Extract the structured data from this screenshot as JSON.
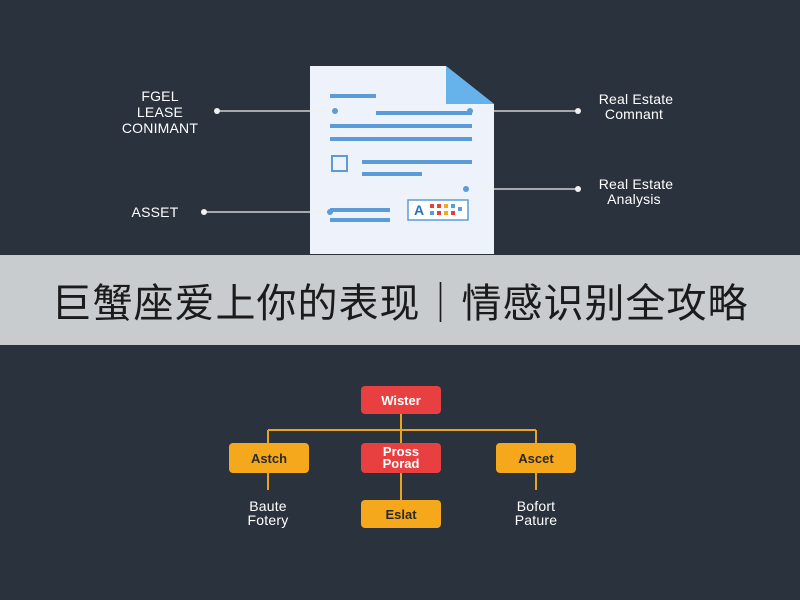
{
  "banner": {
    "title": "巨蟹座爱上你的表现｜情感识别全攻略"
  },
  "document_diagram": {
    "left_labels": [
      {
        "line1": "FGEL",
        "line2": "LEASE",
        "line3": "CONIMANT"
      },
      {
        "line1": "ASSET"
      }
    ],
    "right_labels": [
      {
        "line1": "Real Estate",
        "line2": "Comnant"
      },
      {
        "line1": "Real Estate",
        "line2": "Analysis"
      }
    ],
    "badge_letter": "A"
  },
  "tree_diagram": {
    "root": "Wister",
    "children": [
      {
        "label": "Astch",
        "caption_line1": "Baute",
        "caption_line2": "Fotery"
      },
      {
        "label_line1": "Pross",
        "label_line2": "Porad"
      },
      {
        "label": "Ascet",
        "caption_line1": "Bofort",
        "caption_line2": "Pature"
      }
    ],
    "grandchild": "Eslat"
  },
  "colors": {
    "background": "#2a323d",
    "document": "#eef3fb",
    "document_lines": "#5b9bd8",
    "document_corner": "#66b3ec",
    "connector": "#f0f0f0",
    "banner": "#c9ccce",
    "node_red": "#e84040",
    "node_yellow": "#f5a81c",
    "tree_line": "#e8a41e"
  }
}
